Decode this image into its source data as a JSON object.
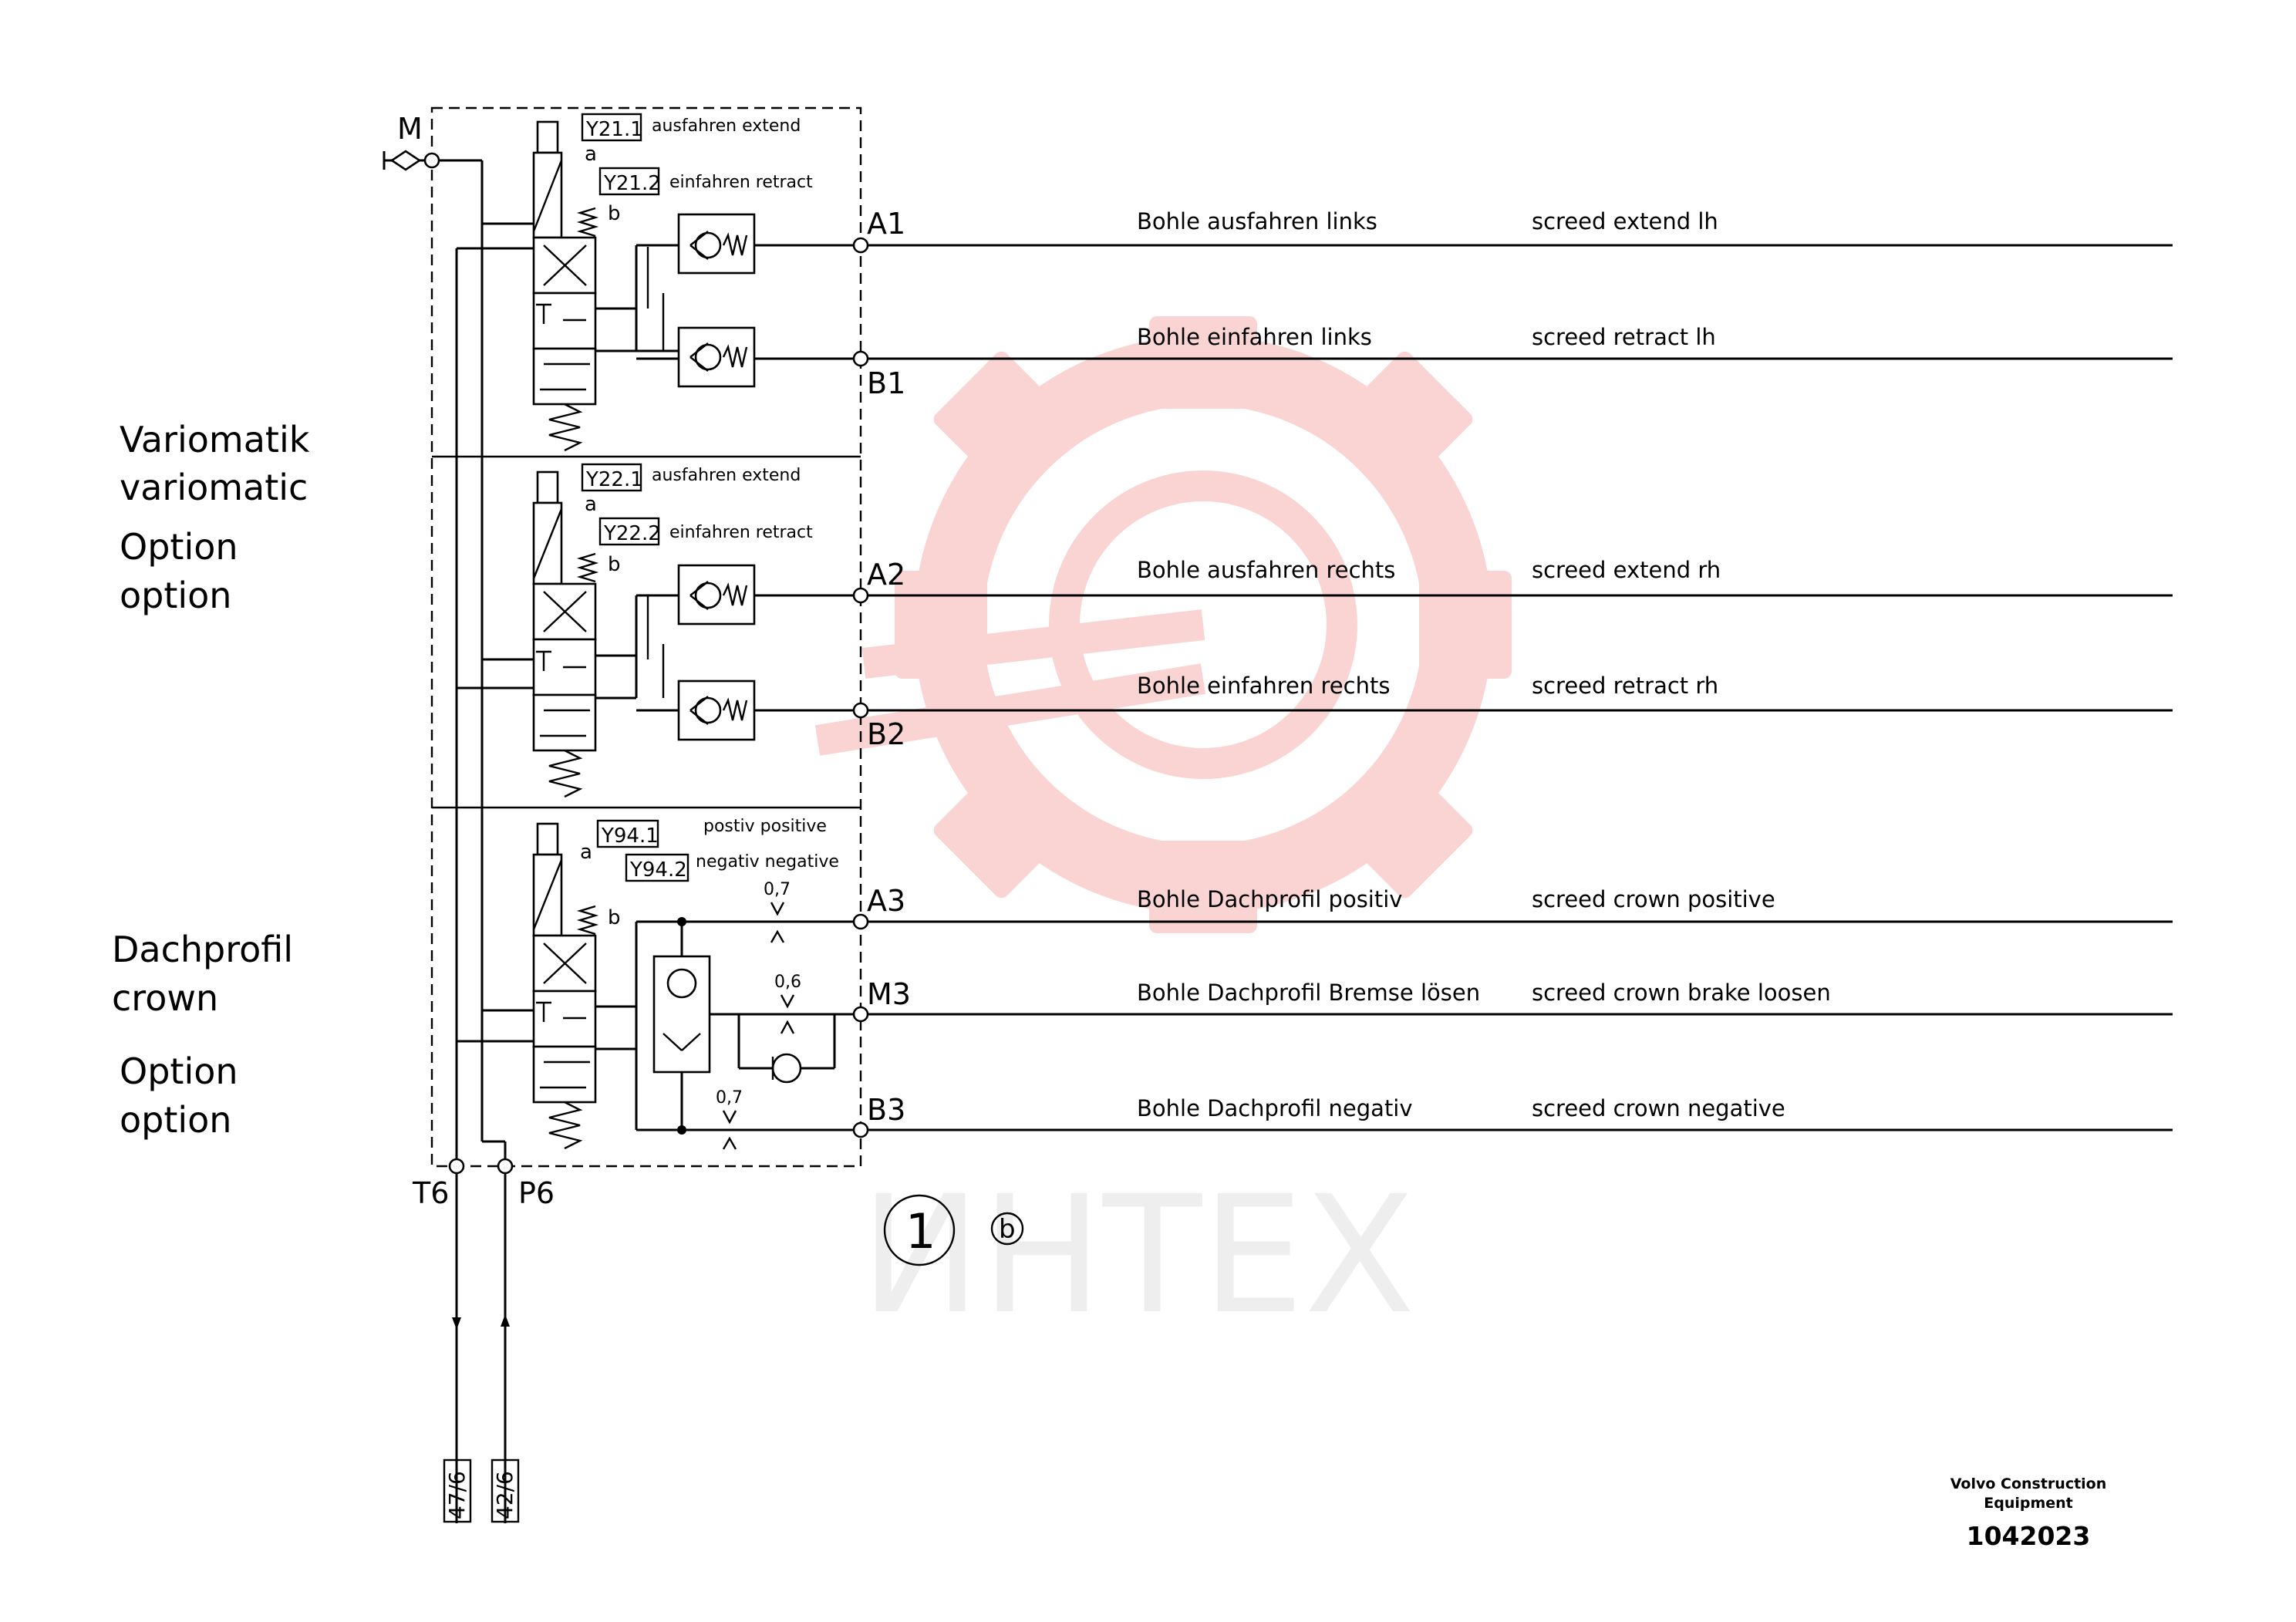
{
  "sections": {
    "variomatic": {
      "title_de": "Variomatik",
      "title_en": "variomatic",
      "opt_de": "Option",
      "opt_en": "option"
    },
    "crown": {
      "title_de": "Dachprofil",
      "title_en": "crown",
      "opt_de": "Option",
      "opt_en": "option"
    }
  },
  "valves": [
    {
      "sol_a": "Y21.1",
      "sol_b": "Y21.2",
      "label_a": "ausfahren extend",
      "label_b": "einfahren retract",
      "pos_a": "a",
      "pos_b": "b"
    },
    {
      "sol_a": "Y22.1",
      "sol_b": "Y22.2",
      "label_a": "ausfahren extend",
      "label_b": "einfahren retract",
      "pos_a": "a",
      "pos_b": "b"
    },
    {
      "sol_a": "Y94.1",
      "sol_b": "Y94.2",
      "label_a": "postiv positive",
      "label_b": "negativ negative",
      "pos_a": "a",
      "pos_b": "b"
    }
  ],
  "ports": {
    "M": "M",
    "A1": "A1",
    "B1": "B1",
    "A2": "A2",
    "B2": "B2",
    "A3": "A3",
    "M3": "M3",
    "B3": "B3",
    "T6": "T6",
    "P6": "P6"
  },
  "lines": [
    {
      "port": "A1",
      "de": "Bohle ausfahren links",
      "en": "screed extend lh"
    },
    {
      "port": "B1",
      "de": "Bohle einfahren links",
      "en": "screed retract lh"
    },
    {
      "port": "A2",
      "de": "Bohle ausfahren rechts",
      "en": "screed extend rh"
    },
    {
      "port": "B2",
      "de": "Bohle einfahren rechts",
      "en": "screed retract rh"
    },
    {
      "port": "A3",
      "de": "Bohle Dachprofil positiv",
      "en": "screed crown positive"
    },
    {
      "port": "M3",
      "de": "Bohle Dachprofil Bremse lösen",
      "en": "screed crown brake loosen"
    },
    {
      "port": "B3",
      "de": "Bohle Dachprofil negativ",
      "en": "screed crown negative"
    }
  ],
  "restrictors": {
    "r1": "0,7",
    "r2": "0,6",
    "r3": "0,7"
  },
  "references": {
    "tank": "47/6",
    "pressure": "42/6"
  },
  "callouts": {
    "main": "1",
    "sub": "b"
  },
  "watermark": {
    "text": "ИНТЕХ"
  },
  "brand": {
    "line1": "Volvo Construction",
    "line2": "Equipment",
    "code": "1042023"
  }
}
